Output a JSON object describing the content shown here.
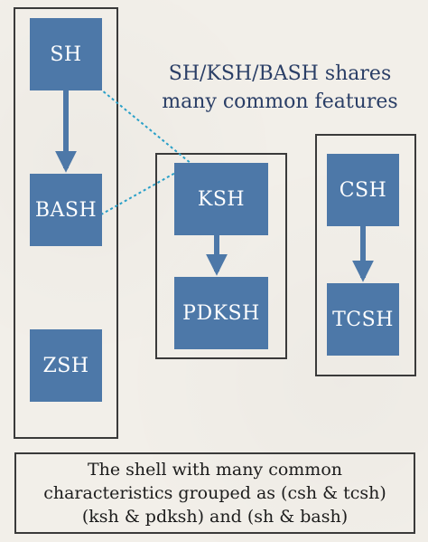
{
  "headline": {
    "line1": "SH/KSH/BASH shares",
    "line2": "many common features"
  },
  "nodes": {
    "sh": "SH",
    "bash": "BASH",
    "zsh": "ZSH",
    "ksh": "KSH",
    "pdksh": "PDKSH",
    "csh": "CSH",
    "tcsh": "TCSH"
  },
  "caption": {
    "line1": "The shell with many common",
    "line2": "characteristics grouped as (csh & tcsh)",
    "line3": "(ksh & pdksh) and (sh & bash)"
  },
  "colors": {
    "node_fill": "#4d78a8",
    "dotted_link": "#2aa0c8",
    "headline_text": "#2a3e66",
    "group_border": "#3a3a3a",
    "background": "#f2efe9"
  }
}
